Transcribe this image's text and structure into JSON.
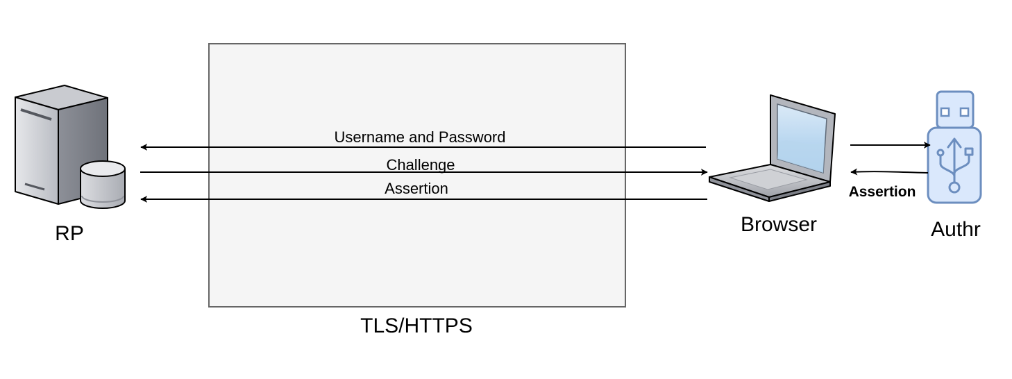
{
  "nodes": {
    "rp": {
      "label": "RP",
      "icon": "server-with-database-icon"
    },
    "browser": {
      "label": "Browser",
      "icon": "laptop-icon"
    },
    "authr": {
      "label": "Authr",
      "icon": "usb-key-icon"
    }
  },
  "tls_box": {
    "label": "TLS/HTTPS",
    "fill": "#f5f5f5",
    "stroke": "#666666"
  },
  "messages": [
    {
      "label": "Username and Password",
      "from": "Browser",
      "to": "RP"
    },
    {
      "label": "Challenge",
      "from": "RP",
      "to": "Browser"
    },
    {
      "label": "Assertion",
      "from": "Browser",
      "to": "RP"
    }
  ],
  "local_links": [
    {
      "label": "",
      "from": "Browser",
      "to": "Authr"
    },
    {
      "label": "Assertion",
      "from": "Authr",
      "to": "Browser"
    }
  ],
  "colors": {
    "edge": "#000000",
    "usb_stroke": "#6c8ebf",
    "usb_fill": "#dae8fc"
  }
}
